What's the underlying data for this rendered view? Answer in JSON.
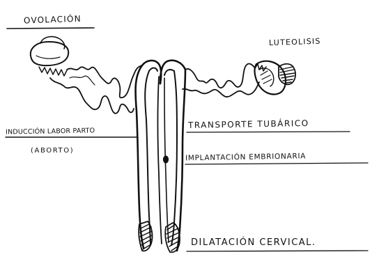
{
  "diagram": {
    "labels": {
      "ovulation": "OVOLACIÓN",
      "luteolysis": "LUTEOLISIS",
      "labor_induction": "INDUCCIÓN LABOR PARTO",
      "abortion": "(ABORTO)",
      "tubal_transport": "TRANSPORTE TUBÁRICO",
      "implantation": "IMPLANTACIÓN EMBRIONARIA",
      "cervical_dilation": "DILATACIÓN CERVICAL."
    },
    "colors": {
      "ink": "#111111",
      "paper": "#ffffff"
    }
  }
}
